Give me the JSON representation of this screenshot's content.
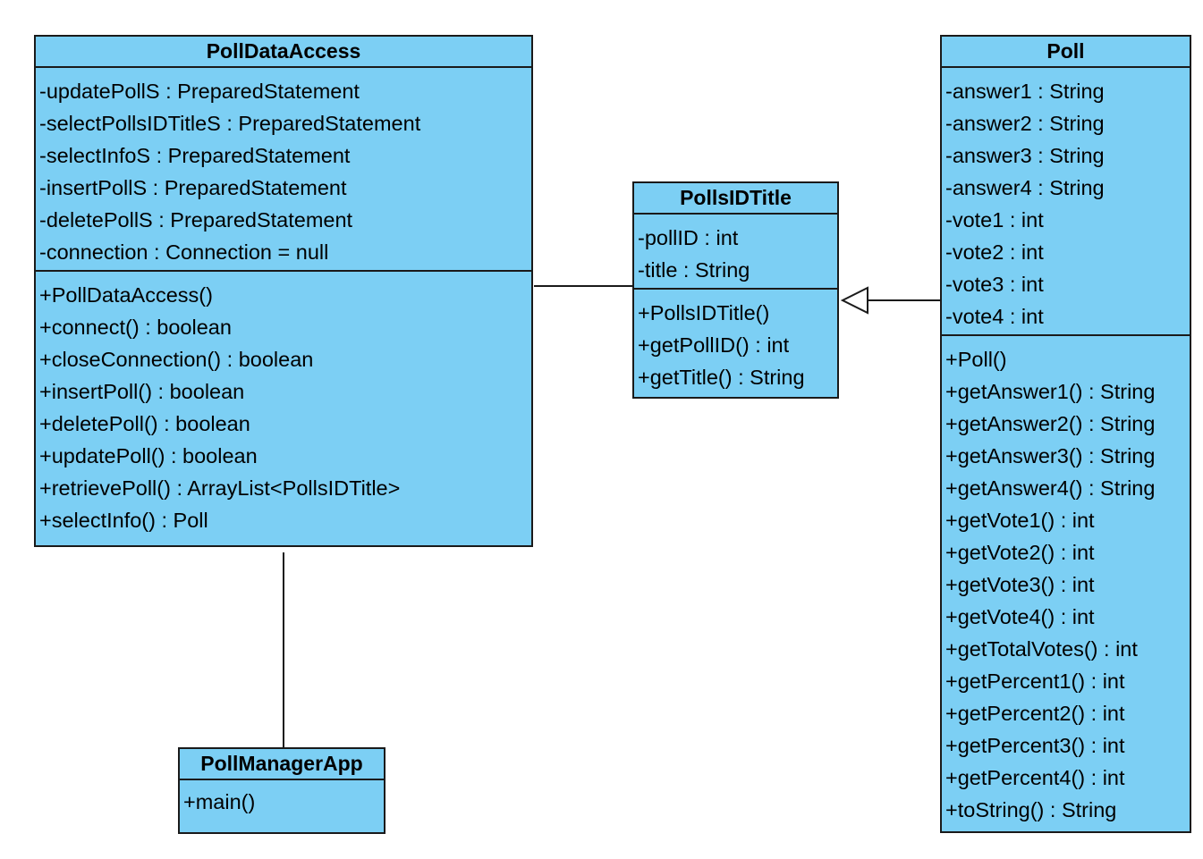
{
  "classes": {
    "poll_data_access": {
      "name": "PollDataAccess",
      "attributes": [
        "-updatePollS : PreparedStatement",
        "-selectPollsIDTitleS : PreparedStatement",
        "-selectInfoS : PreparedStatement",
        "-insertPollS : PreparedStatement",
        "-deletePollS : PreparedStatement",
        "-connection : Connection = null"
      ],
      "operations": [
        "+PollDataAccess()",
        "+connect() : boolean",
        "+closeConnection() : boolean",
        "+insertPoll() : boolean",
        "+deletePoll() : boolean",
        "+updatePoll() : boolean",
        "+retrievePoll() : ArrayList<PollsIDTitle>",
        "+selectInfo() : Poll"
      ]
    },
    "polls_id_title": {
      "name": "PollsIDTitle",
      "attributes": [
        "-pollID : int",
        "-title : String"
      ],
      "operations": [
        "+PollsIDTitle()",
        "+getPollID() : int",
        "+getTitle() : String"
      ]
    },
    "poll": {
      "name": "Poll",
      "attributes": [
        "-answer1 : String",
        "-answer2 : String",
        "-answer3 : String",
        "-answer4 : String",
        "-vote1 : int",
        "-vote2 : int",
        "-vote3 : int",
        "-vote4 : int"
      ],
      "operations": [
        "+Poll()",
        "+getAnswer1() : String",
        "+getAnswer2() : String",
        "+getAnswer3() : String",
        "+getAnswer4() : String",
        "+getVote1() : int",
        "+getVote2() : int",
        "+getVote3() : int",
        "+getVote4() : int",
        "+getTotalVotes() : int",
        "+getPercent1() : int",
        "+getPercent2() : int",
        "+getPercent3() : int",
        "+getPercent4() : int",
        "+toString() : String"
      ]
    },
    "poll_manager_app": {
      "name": "PollManagerApp",
      "attributes": [],
      "operations": [
        "+main()"
      ]
    }
  },
  "relations": [
    {
      "type": "association",
      "from": "PollDataAccess",
      "to": "PollsIDTitle"
    },
    {
      "type": "generalization",
      "from": "Poll",
      "to": "PollsIDTitle"
    },
    {
      "type": "association",
      "from": "PollManagerApp",
      "to": "PollDataAccess"
    }
  ],
  "colors": {
    "class_fill": "#7ccff4",
    "line": "#1a1a1a",
    "background": "#ffffff"
  }
}
